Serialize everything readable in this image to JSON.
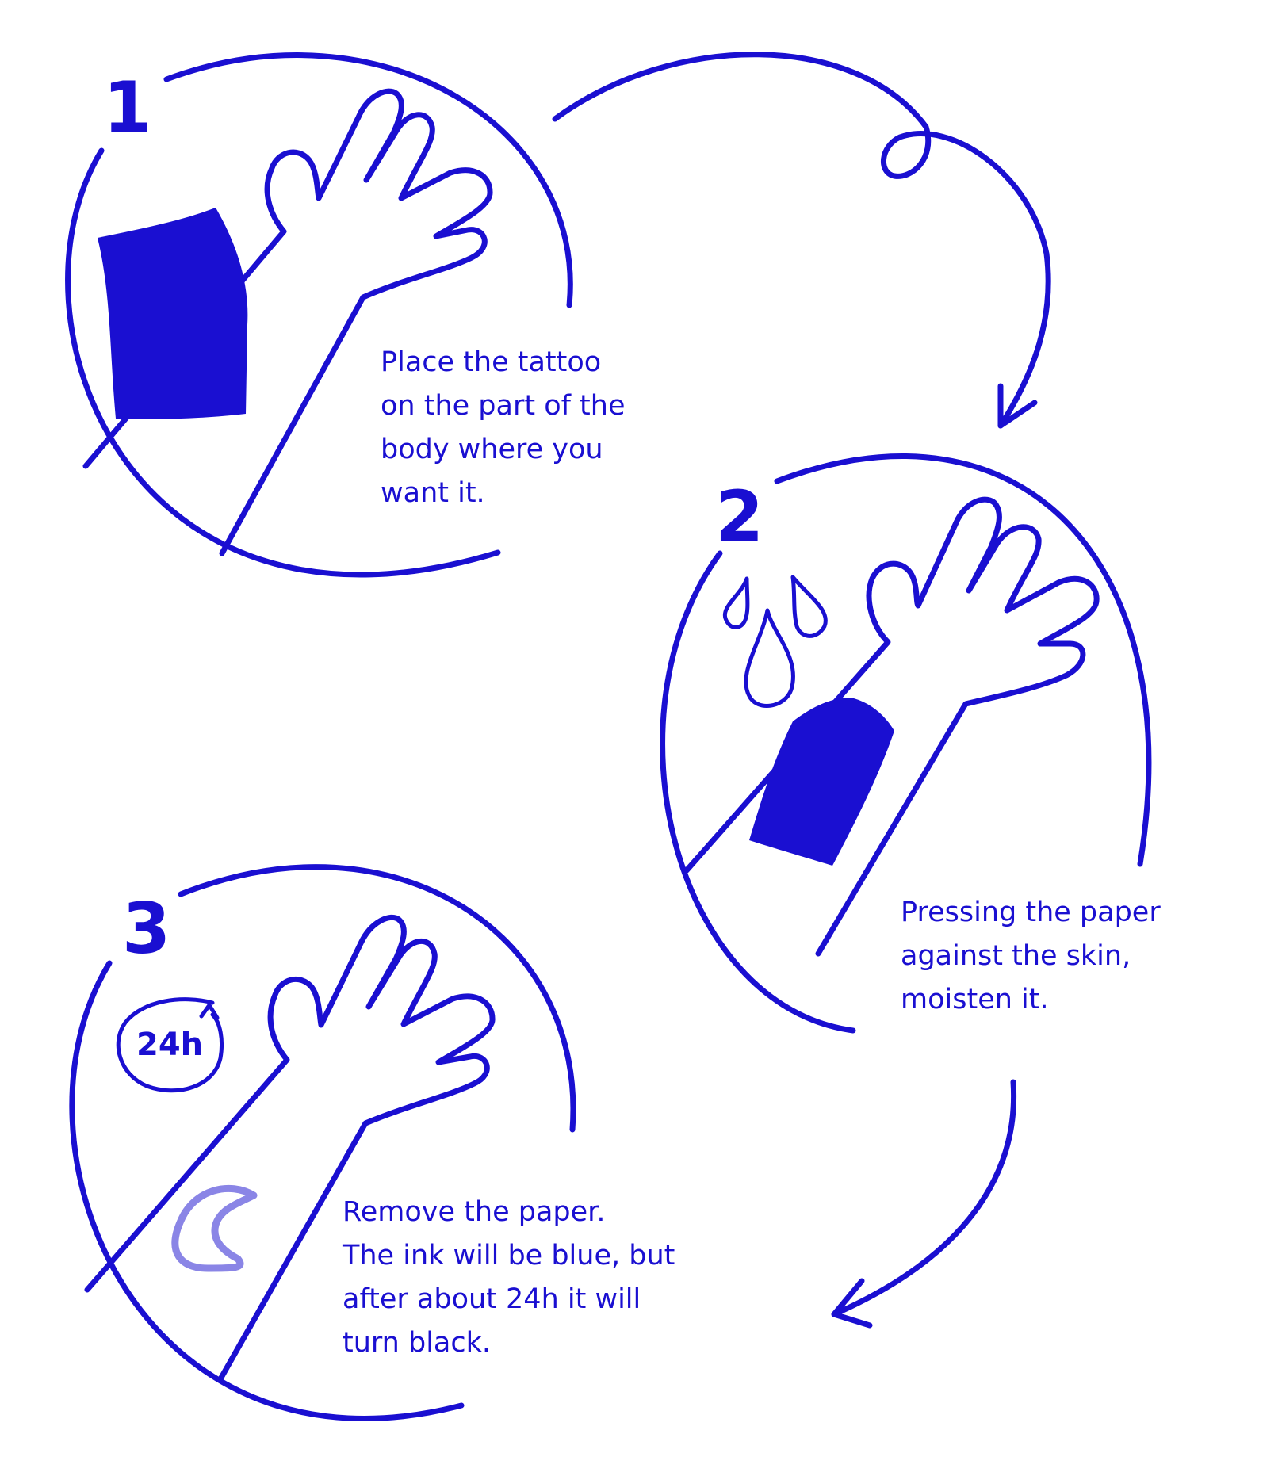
{
  "steps": [
    {
      "number": "1",
      "text": "Place the tattoo\non the part of the\nbody where you\nwant it."
    },
    {
      "number": "2",
      "text": "Pressing the paper\nagainst the skin,\nmoisten it."
    },
    {
      "number": "3",
      "text": "Remove the paper.\nThe ink will be blue, but\nafter about 24h it will\nturn black."
    }
  ],
  "badge": {
    "label": "24h"
  },
  "colors": {
    "ink": "#1a0fd1",
    "moon": "#8a85e6",
    "background": "#ffffff"
  },
  "icons": [
    "hand-icon",
    "tattoo-paper-icon",
    "water-drops-icon",
    "timer-24h-icon",
    "moon-tattoo-icon",
    "arrow-icon"
  ]
}
